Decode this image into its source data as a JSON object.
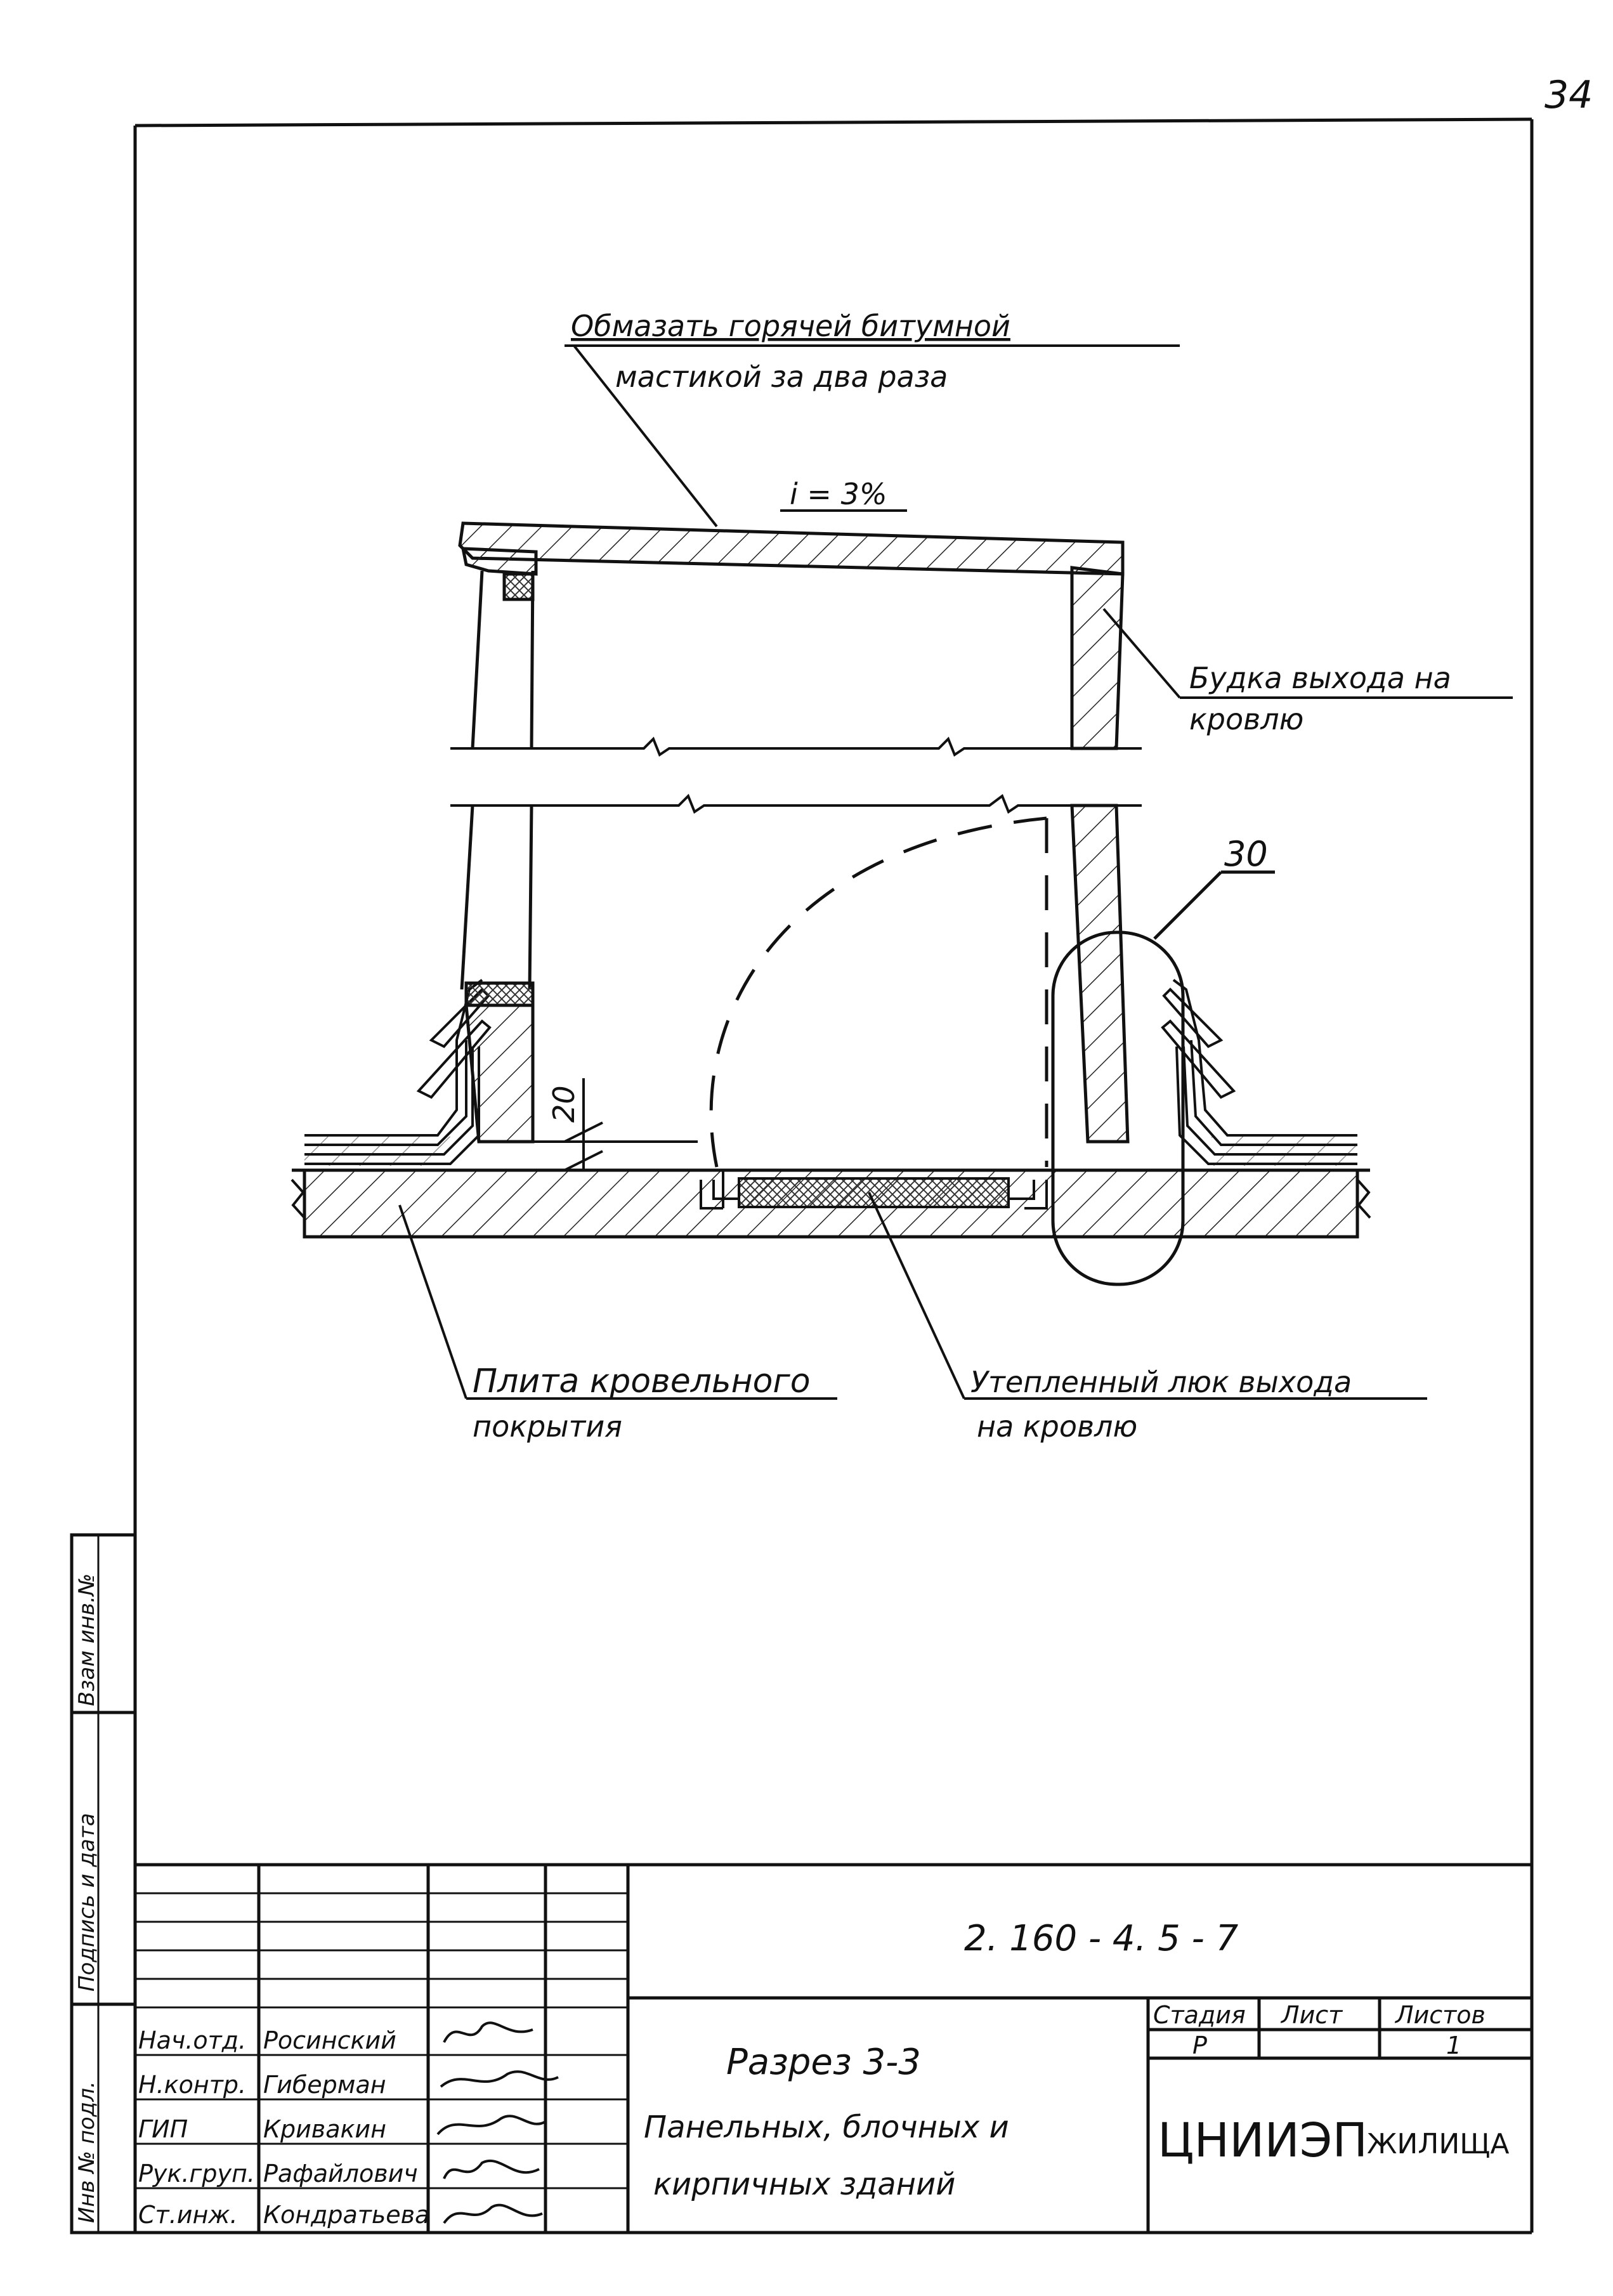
{
  "page_number": "34",
  "annotations": {
    "coating_line1": "Обмазать горячей битумной",
    "coating_line2": "мастикой за два раза",
    "slope": "i = 3%",
    "booth_line1": "Будка выхода на",
    "booth_line2": "кровлю",
    "callout_30": "30",
    "dim_20": "20",
    "slab_line1": "Плита кровельного",
    "slab_line2": "покрытия",
    "hatch_line1": "Утепленный люк выхода",
    "hatch_line2": "на кровлю"
  },
  "side_stamp": {
    "inv_podl": "Инв № подл.",
    "podpis_data": "Подпись и дата",
    "vzam_inv": "Взам инв.№"
  },
  "title_block": {
    "doc_code": "2. 160 - 4. 5  - 7",
    "title_line1": "Разрез 3-3",
    "title_line2": "Панельных, блочных и",
    "title_line3": "кирпичных зданий",
    "stage_header": "Стадия",
    "sheet_header": "Лист",
    "sheets_header": "Листов",
    "stage_value": "Р",
    "sheets_value": "1",
    "org_main": "ЦНИИЭП",
    "org_sub": "ЖИЛИЩА",
    "staff": [
      {
        "role": "Нач.отд.",
        "name": "Росинский"
      },
      {
        "role": "Н.контр.",
        "name": "Гиберман"
      },
      {
        "role": "ГИП",
        "name": "Кривакин"
      },
      {
        "role": "Рук.груп.",
        "name": "Рафайлович"
      },
      {
        "role": "Ст.инж.",
        "name": "Кондратьева"
      }
    ]
  }
}
